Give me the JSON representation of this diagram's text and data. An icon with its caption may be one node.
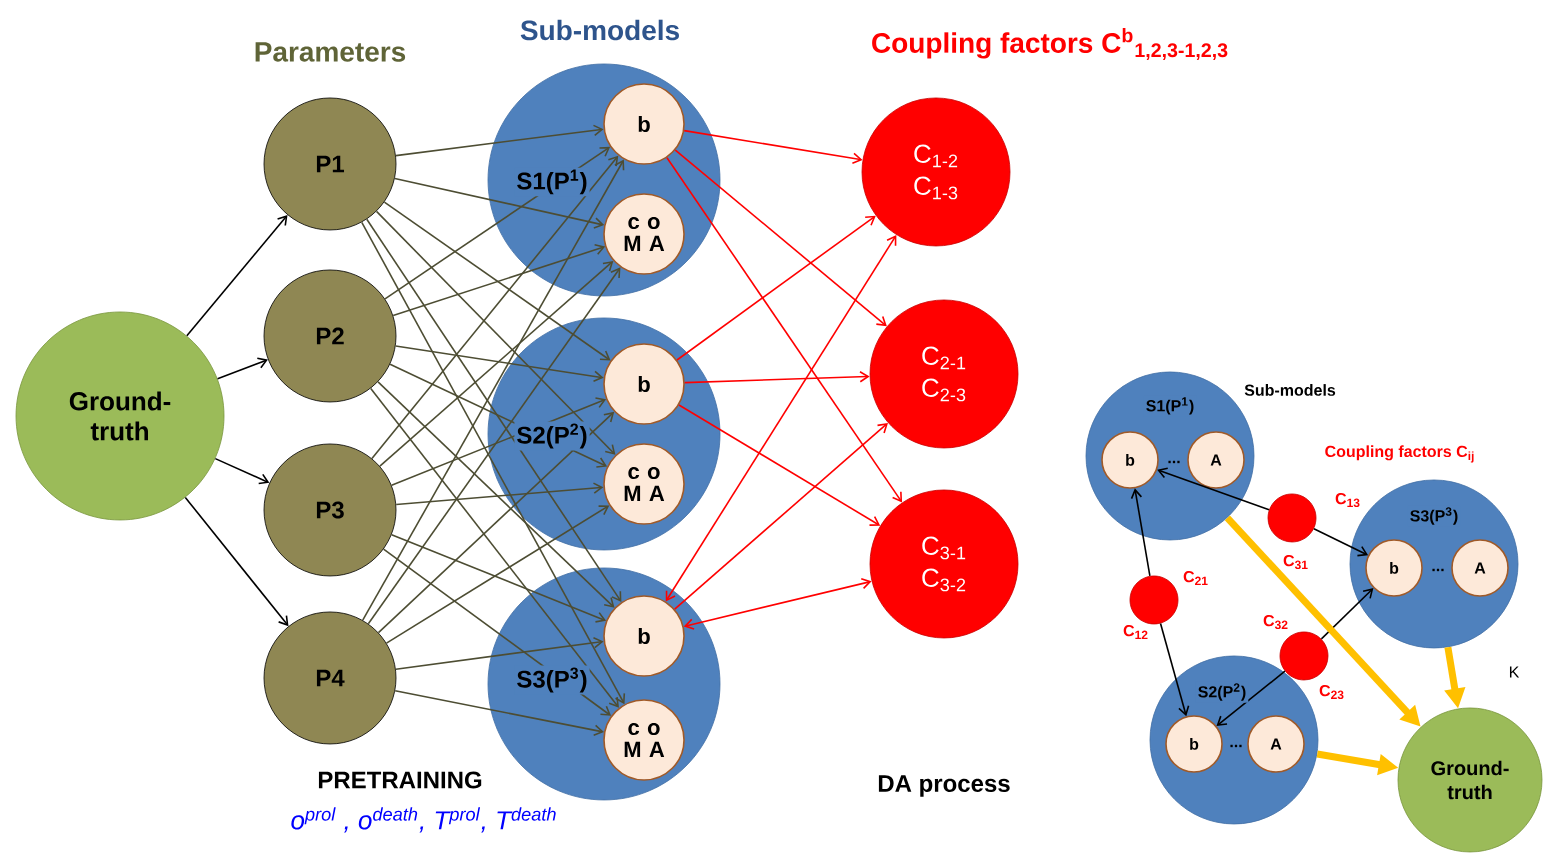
{
  "diagram": {
    "nodes": [
      {
        "text": [
          "Ground-truth"
        ]
      },
      {
        "text": [
          "P1"
        ]
      },
      {
        "text": [
          "P2"
        ]
      },
      {
        "text": [
          "P3"
        ]
      },
      {
        "text": [
          "P4"
        ]
      },
      {
        "text": [
          "S1(P$^{1}$)"
        ]
      },
      {
        "text": [
          "b"
        ],
        "in": 5
      },
      {
        "text": [
          "c o M A"
        ],
        "in": 5
      },
      {
        "text": [
          "S2(P$^{2}$)"
        ]
      },
      {
        "text": [
          "b"
        ],
        "in": 8
      },
      {
        "text": [
          "c o M A"
        ],
        "in": 8
      },
      {
        "text": [
          "S3(P$^{3}$)"
        ]
      },
      {
        "text": [
          "b"
        ],
        "in": 11
      },
      {
        "text": [
          "c o M A"
        ],
        "in": 11
      },
      {
        "text": [
          "C$_{1-2}$ C$_{1-3}$"
        ]
      },
      {
        "text": [
          "C$_{2-1}$ C$_{2-3}$"
        ]
      },
      {
        "text": [
          "C$_{3-1}$ C$_{3-2}$"
        ]
      },
      {
        "text": [
          "S1(P$^{1}$)",
          "..."
        ]
      },
      {
        "text": [
          "b"
        ],
        "in": 17
      },
      {
        "text": [
          "A"
        ],
        "in": 17
      },
      {
        "text": [
          "S3(P$^{3}$)",
          "..."
        ]
      },
      {
        "text": [
          "b"
        ],
        "in": 20
      },
      {
        "text": [
          "A"
        ],
        "in": 20
      },
      {
        "text": [
          "S2(P$^{2}$)",
          "..."
        ]
      },
      {
        "text": [
          "b"
        ],
        "in": 23
      },
      {
        "text": [
          "A"
        ],
        "in": 23
      },
      {
        "text": [],
        "shape": "circle",
        "beside": [
          "C$_{21}$",
          "C$_{12}$"
        ]
      },
      {
        "text": [],
        "shape": "circle",
        "beside": [
          "C$_{13}$",
          "C$_{31}$"
        ]
      },
      {
        "text": [],
        "shape": "circle",
        "beside": [
          "C$_{32}$",
          "C$_{23}$"
        ]
      },
      {
        "text": [
          "Ground-truth"
        ]
      }
    ],
    "edges": [
      {
        "from": 0,
        "to": 1,
        "arrow": "to",
        "color": "#000000"
      },
      {
        "from": 0,
        "to": 2,
        "arrow": "to",
        "color": "#000000"
      },
      {
        "from": 0,
        "to": 3,
        "arrow": "to",
        "color": "#000000"
      },
      {
        "from": 0,
        "to": 4,
        "arrow": "to",
        "color": "#000000"
      },
      {
        "from": 1,
        "to": 6,
        "arrow": "to"
      },
      {
        "from": 1,
        "to": 7,
        "arrow": "to"
      },
      {
        "from": 1,
        "to": 9,
        "arrow": "to"
      },
      {
        "from": 1,
        "to": 10,
        "arrow": "to"
      },
      {
        "from": 1,
        "to": 12,
        "arrow": "to"
      },
      {
        "from": 1,
        "to": 13,
        "arrow": "to"
      },
      {
        "from": 2,
        "to": 6,
        "arrow": "to"
      },
      {
        "from": 2,
        "to": 7,
        "arrow": "to"
      },
      {
        "from": 2,
        "to": 9,
        "arrow": "to"
      },
      {
        "from": 2,
        "to": 10,
        "arrow": "to"
      },
      {
        "from": 2,
        "to": 12,
        "arrow": "to"
      },
      {
        "from": 2,
        "to": 13,
        "arrow": "to"
      },
      {
        "from": 3,
        "to": 6,
        "arrow": "to"
      },
      {
        "from": 3,
        "to": 7,
        "arrow": "to"
      },
      {
        "from": 3,
        "to": 9,
        "arrow": "to"
      },
      {
        "from": 3,
        "to": 10,
        "arrow": "to"
      },
      {
        "from": 3,
        "to": 12,
        "arrow": "to"
      },
      {
        "from": 3,
        "to": 13,
        "arrow": "to"
      },
      {
        "from": 4,
        "to": 6,
        "arrow": "to"
      },
      {
        "from": 4,
        "to": 7,
        "arrow": "to"
      },
      {
        "from": 4,
        "to": 9,
        "arrow": "to"
      },
      {
        "from": 4,
        "to": 10,
        "arrow": "to"
      },
      {
        "from": 4,
        "to": 12,
        "arrow": "to"
      },
      {
        "from": 4,
        "to": 13,
        "arrow": "to"
      },
      {
        "from": 6,
        "to": 14,
        "arrow": "to",
        "color": "#ff0000"
      },
      {
        "from": 6,
        "to": 15,
        "arrow": "to",
        "color": "#ff0000"
      },
      {
        "from": 6,
        "to": 16,
        "arrow": "to",
        "color": "#ff0000"
      },
      {
        "from": 9,
        "to": 14,
        "arrow": "to",
        "color": "#ff0000"
      },
      {
        "from": 9,
        "to": 15,
        "arrow": "to",
        "color": "#ff0000"
      },
      {
        "from": 9,
        "to": 16,
        "arrow": "to",
        "color": "#ff0000"
      },
      {
        "from": 12,
        "to": 14,
        "arrow": "both",
        "color": "#ff0000"
      },
      {
        "from": 12,
        "to": 15,
        "arrow": "to",
        "color": "#ff0000"
      },
      {
        "from": 12,
        "to": 16,
        "arrow": "both",
        "color": "#ff0000"
      },
      {
        "from": 27,
        "to": 18,
        "arrow": "to",
        "color": "#000000"
      },
      {
        "from": 27,
        "to": 21,
        "arrow": "to",
        "color": "#000000"
      },
      {
        "from": 26,
        "to": 18,
        "arrow": "to",
        "color": "#000000"
      },
      {
        "from": 26,
        "to": 24,
        "arrow": "to",
        "color": "#000000"
      },
      {
        "from": 28,
        "to": 21,
        "arrow": "to",
        "color": "#000000"
      },
      {
        "from": 28,
        "to": 24,
        "arrow": "to",
        "color": "#000000"
      },
      {
        "from": 17,
        "to": 29,
        "arrow": "to",
        "style": "thick",
        "color": "#ffc000"
      },
      {
        "from": 20,
        "to": 29,
        "arrow": "to",
        "style": "thick",
        "color": "#ffc000"
      },
      {
        "from": 23,
        "to": 29,
        "arrow": "to",
        "style": "thick",
        "color": "#ffc000"
      }
    ],
    "labels": [
      "Parameters",
      "Sub-models",
      "Coupling factors C$^{b}$$_{1,2,3-1,2,3}$",
      "DA process",
      "PRETRAINING",
      "o$^{prol}$ , o$^{death}$, T$^{prol}$, T$^{death}$",
      "Sub-models",
      "Coupling factors C$_{ij}$",
      "K"
    ]
  }
}
